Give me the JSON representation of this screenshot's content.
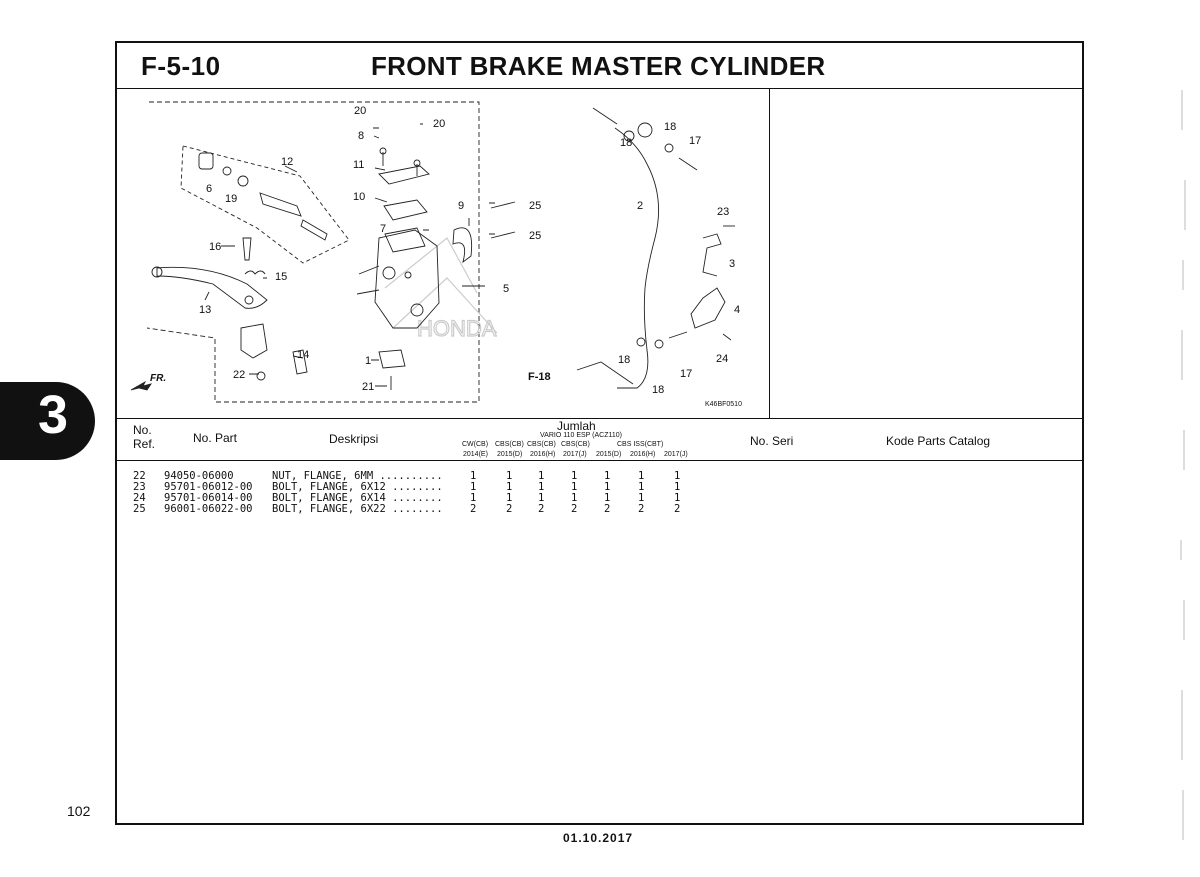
{
  "header": {
    "code": "F-5-10",
    "title": "FRONT BRAKE MASTER CYLINDER"
  },
  "chapter_tab": "3",
  "page_number": "102",
  "footer_date": "01.10.2017",
  "diagram": {
    "labels": [
      "20",
      "20",
      "8",
      "11",
      "10",
      "7",
      "9",
      "25",
      "25",
      "12",
      "6",
      "19",
      "16",
      "15",
      "13",
      "5",
      "14",
      "22",
      "1",
      "21",
      "18",
      "18",
      "17",
      "2",
      "23",
      "3",
      "4",
      "24",
      "18",
      "18",
      "17"
    ],
    "fr_label": "FR.",
    "ref_label": "F-18",
    "image_code": "K46BF0510"
  },
  "table": {
    "headers": {
      "no_ref": "No.\nRef.",
      "no_ref_line1": "No.",
      "no_ref_line2": "Ref.",
      "no_part": "No. Part",
      "deskripsi": "Deskripsi",
      "jumlah": "Jumlah",
      "model": "VARIO 110 ESP (ACZ110)",
      "variants": [
        "CW(CB)",
        "CBS(CB)",
        "CBS(CB)",
        "CBS(CB)",
        "CBS ISS(CBT)"
      ],
      "years": [
        "2014(E)",
        "2015(D)",
        "2016(H)",
        "2017(J)",
        "2015(D)",
        "2016(H)",
        "2017(J)"
      ],
      "no_seri": "No. Seri",
      "kode": "Kode Parts Catalog"
    },
    "rows": [
      {
        "ref": "22",
        "part": "94050-06000",
        "desc": "NUT, FLANGE, 6MM ..........",
        "qty": [
          "1",
          "1",
          "1",
          "1",
          "1",
          "1",
          "1"
        ]
      },
      {
        "ref": "23",
        "part": "95701-06012-00",
        "desc": "BOLT, FLANGE, 6X12 ........",
        "qty": [
          "1",
          "1",
          "1",
          "1",
          "1",
          "1",
          "1"
        ]
      },
      {
        "ref": "24",
        "part": "95701-06014-00",
        "desc": "BOLT, FLANGE, 6X14 ........",
        "qty": [
          "1",
          "1",
          "1",
          "1",
          "1",
          "1",
          "1"
        ]
      },
      {
        "ref": "25",
        "part": "96001-06022-00",
        "desc": "BOLT, FLANGE, 6X22 ........",
        "qty": [
          "2",
          "2",
          "2",
          "2",
          "2",
          "2",
          "2"
        ]
      }
    ]
  }
}
